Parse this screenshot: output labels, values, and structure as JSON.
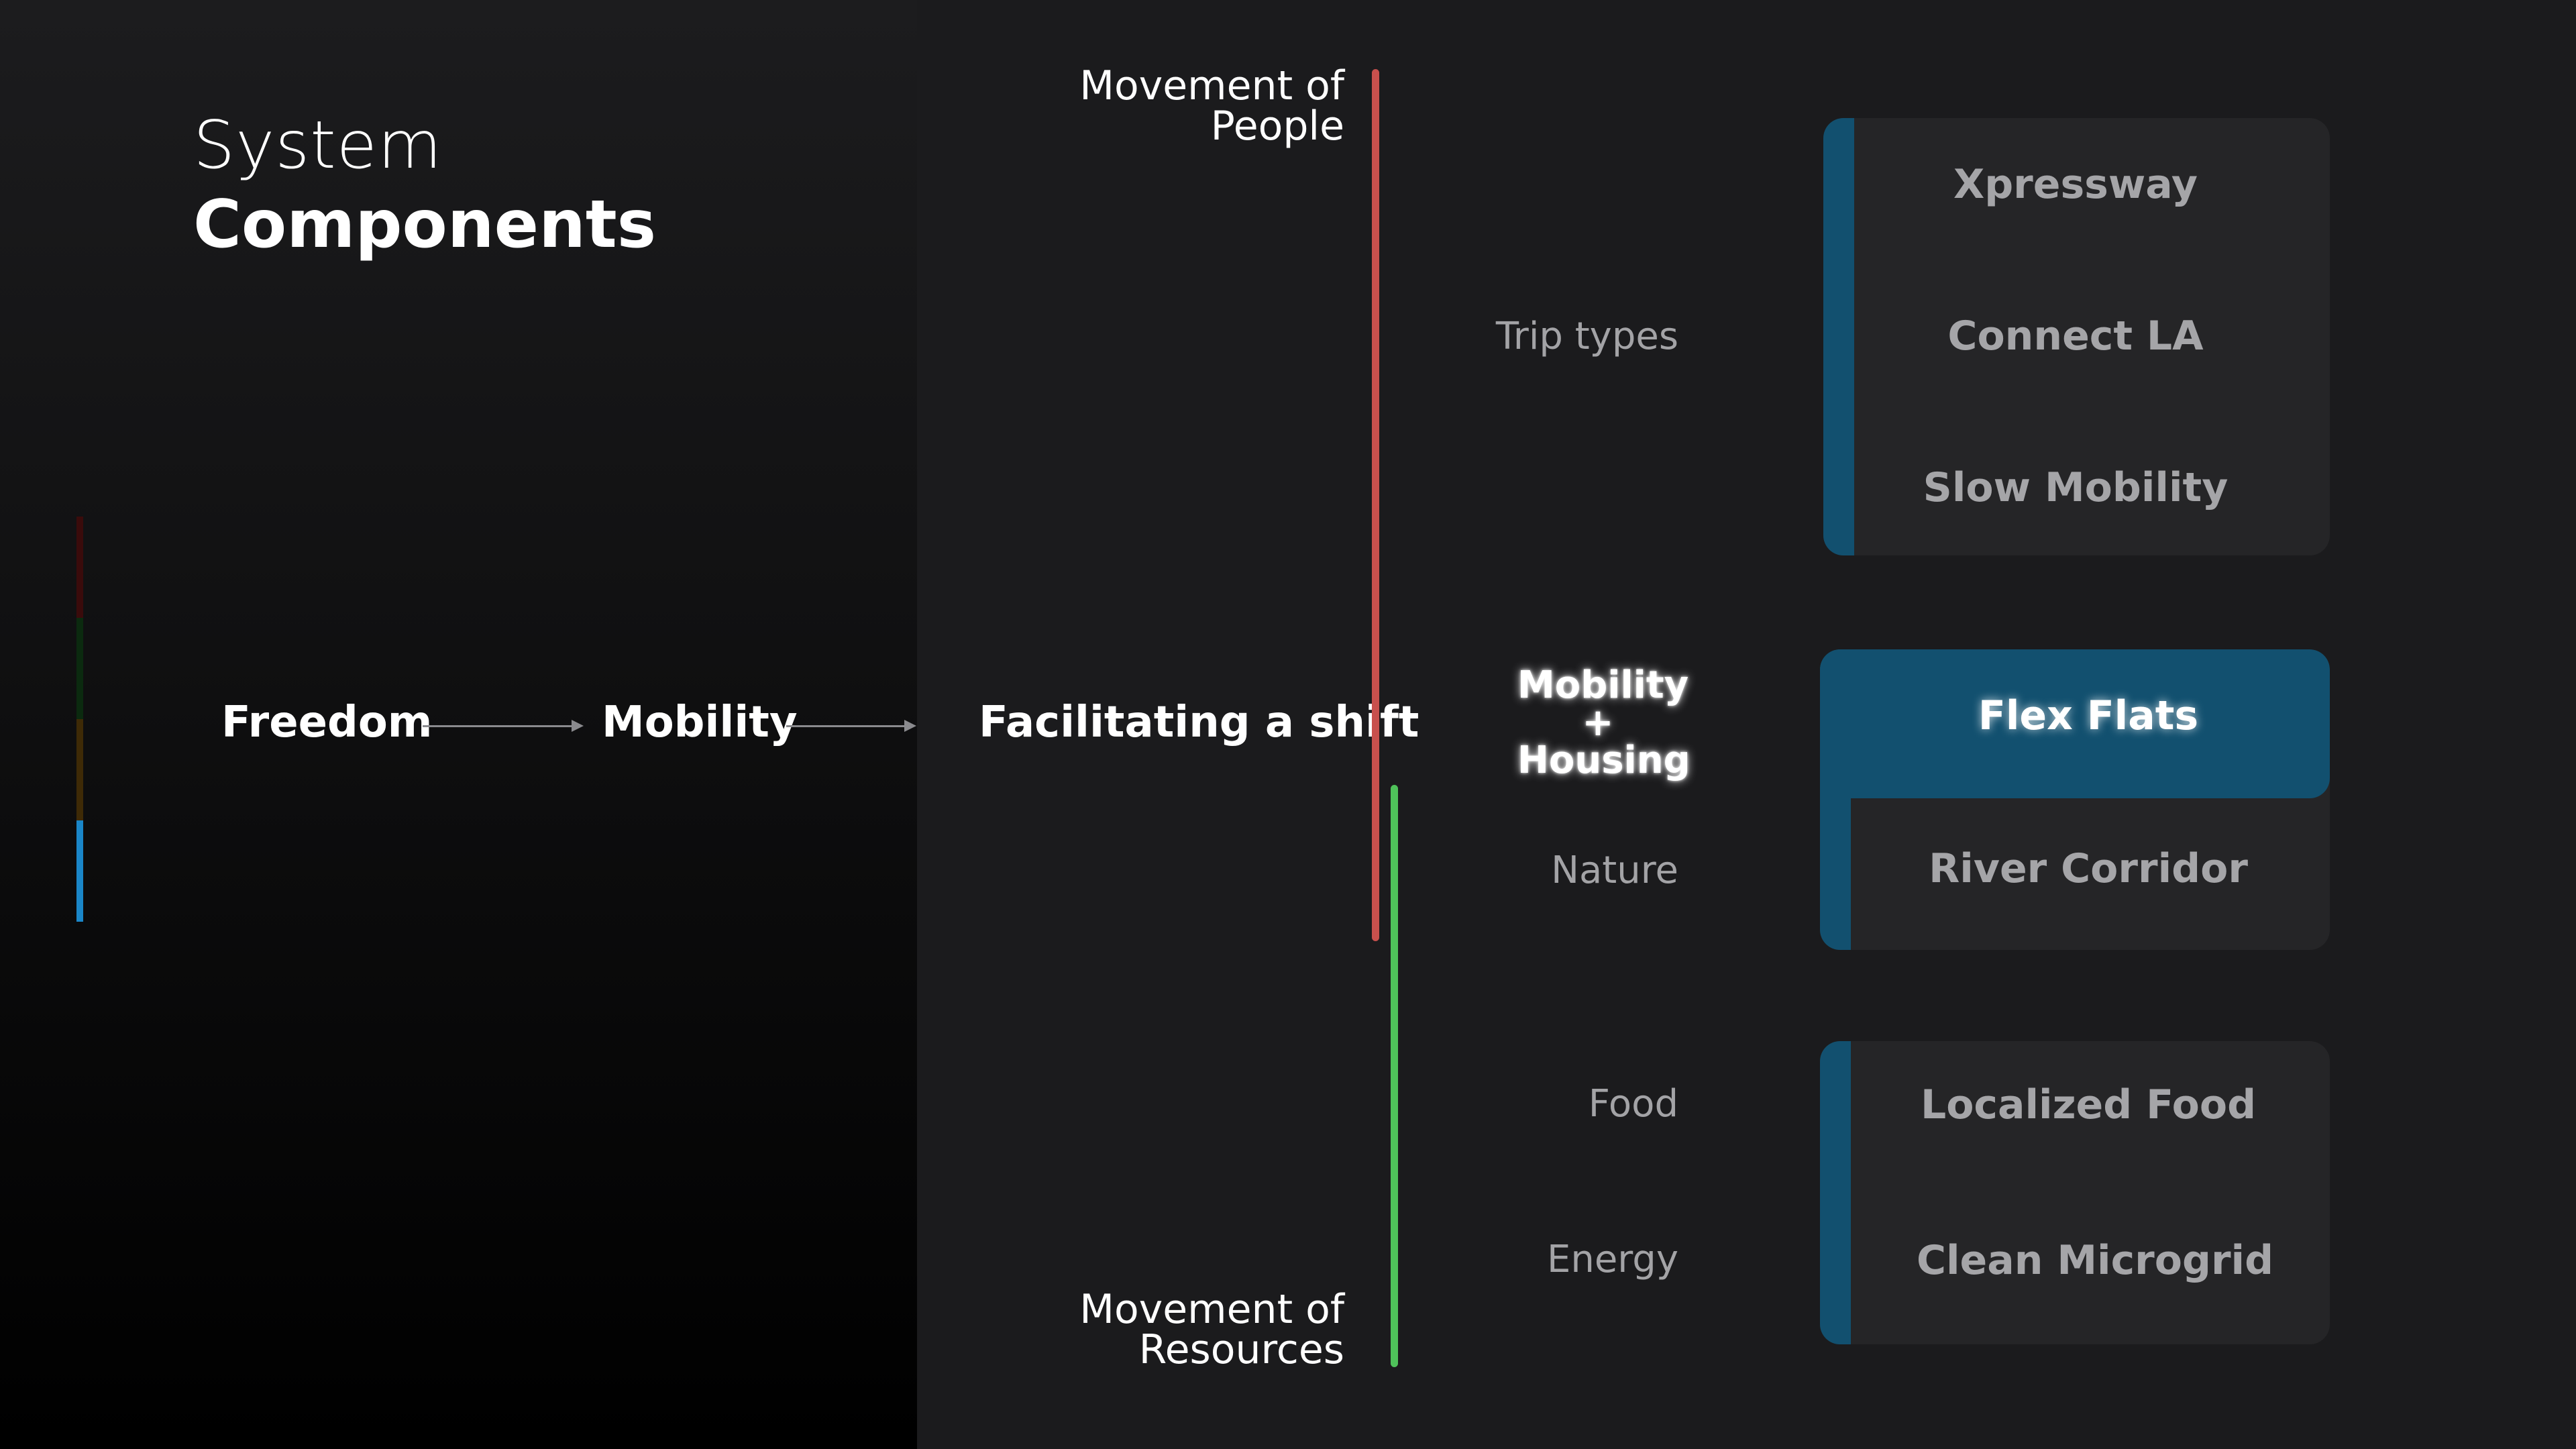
{
  "title": {
    "line1": "System",
    "line2": "Components"
  },
  "legend": {
    "colors": [
      "#3a0b0b",
      "#0b2a0f",
      "#3e2a06",
      "#1a86c8"
    ]
  },
  "flow": {
    "step1": "Freedom",
    "step2": "Mobility",
    "step3": "Facilitating a shift"
  },
  "axis": {
    "top_line1": "Movement of",
    "top_line2": "People",
    "bottom_line1": "Movement of",
    "bottom_line2": "Resources",
    "people_color": "#c8504d",
    "resources_color": "#4fc25a"
  },
  "categories": {
    "trip_types": "Trip types",
    "mobility_housing_1": "Mobility",
    "mobility_housing_plus": "+",
    "mobility_housing_2": "Housing",
    "nature": "Nature",
    "food": "Food",
    "energy": "Energy"
  },
  "cards": {
    "accent_color": "#12506f",
    "active_color": "#12506f",
    "group1": [
      "Xpressway",
      "Connect LA",
      "Slow Mobility"
    ],
    "group2": {
      "active": "Flex Flats",
      "item": "River Corridor"
    },
    "group3": [
      "Localized Food",
      "Clean Microgrid"
    ]
  }
}
